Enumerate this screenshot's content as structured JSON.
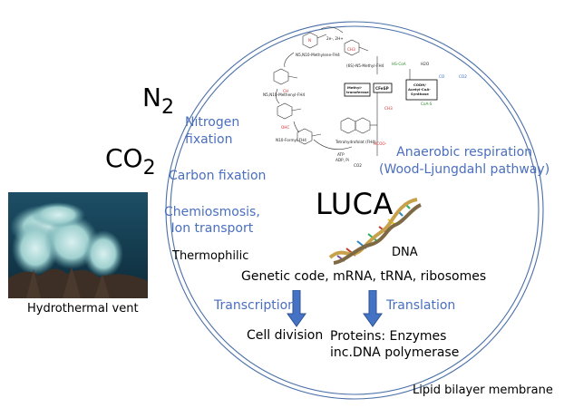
{
  "labels": {
    "n2_main": "N",
    "n2_sub": "2",
    "co2_main": "CO",
    "co2_sub": "2",
    "nitrogen_fixation": "Nitrogen\nfixation",
    "carbon_fixation": "Carbon fixation",
    "chemiosmosis": "Chemiosmosis,\nIon transport",
    "thermophilic": "Thermophilic",
    "hydrothermal_vent": "Hydrothermal vent",
    "luca": "LUCA",
    "dna": "DNA",
    "anaerobic": "Anaerobic respiration\n(Wood-Ljungdahl pathway)",
    "genetic": "Genetic code, mRNA, tRNA, ribosomes",
    "transcription": "Transcription",
    "translation": "Translation",
    "cell_division": "Cell division",
    "proteins": "Proteins: Enzymes\ninc.DNA polymerase",
    "membrane": "Lipid bilayer membrane"
  },
  "pathway": {
    "methylene": "N5,N10-Methylene-FH4",
    "methyl": "(6S)-N5-Methyl-FH4",
    "methenyl": "N5,N10-Methenyl-FH4",
    "formyl": "N10-Formyl-FH4",
    "thf": "Tetrahydrofolat (FH4)",
    "methyltransferase": "Methyl-\ntransferase",
    "cfesp": "CFeSP",
    "codh": "CODH/\nAcetyl-CoA-\nSynthase",
    "hs_coa": "HS-CoA",
    "co2": "CO2",
    "hcooh": "HCOO-",
    "atp": "ATP",
    "adp": "ADP, Pi",
    "h2o": "H2O",
    "e2h": "2e-, 2H+"
  },
  "colors": {
    "blue_text": "#4a6fbf",
    "membrane": "#4a6fa8",
    "arrow": "#4472c4"
  }
}
